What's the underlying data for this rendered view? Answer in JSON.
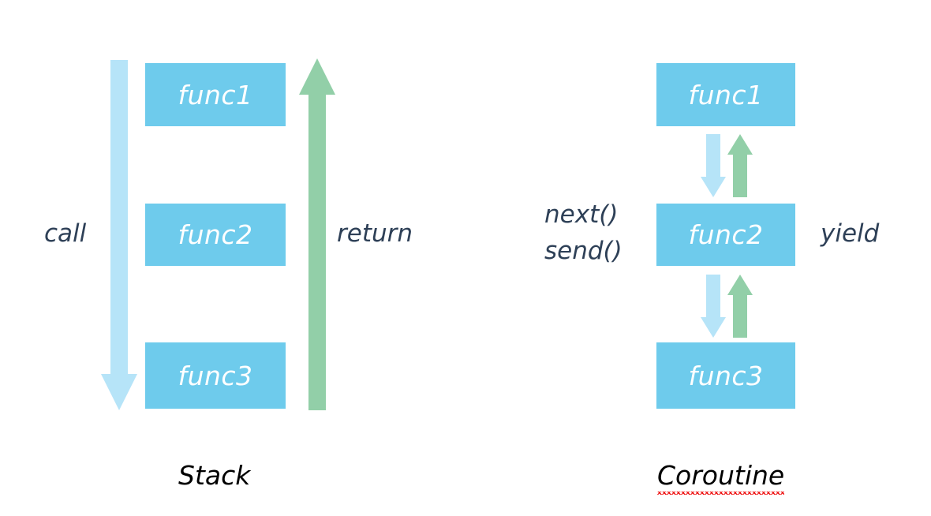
{
  "diagram": {
    "title_stack": "Stack",
    "title_coroutine": "Coroutine",
    "colors": {
      "box_blue": "#6ECBEC",
      "arrow_light_blue": "#B6E4F8",
      "arrow_green": "#92CFA8",
      "label_navy": "#2E4057",
      "caption_black": "#000000",
      "spellcheck_red": "#EE1111",
      "background": "#FFFFFF"
    }
  },
  "stack_panel": {
    "caption": "Stack",
    "boxes": [
      {
        "label": "func1"
      },
      {
        "label": "func2"
      },
      {
        "label": "func3"
      }
    ],
    "left_label": "call",
    "right_label": "return",
    "left_arrow": {
      "name": "call-arrow",
      "direction": "down",
      "color": "#B6E4F8"
    },
    "right_arrow": {
      "name": "return-arrow",
      "direction": "up",
      "color": "#92CFA8"
    }
  },
  "coroutine_panel": {
    "caption": "Coroutine",
    "caption_misspelled": true,
    "boxes": [
      {
        "label": "func1"
      },
      {
        "label": "func2"
      },
      {
        "label": "func3"
      }
    ],
    "left_label_line1": "next()",
    "left_label_line2": "send()",
    "right_label": "yield",
    "arrow_pairs": [
      {
        "down": {
          "color": "#B6E4F8"
        },
        "up": {
          "color": "#92CFA8"
        }
      },
      {
        "down": {
          "color": "#B6E4F8"
        },
        "up": {
          "color": "#92CFA8"
        }
      }
    ]
  }
}
